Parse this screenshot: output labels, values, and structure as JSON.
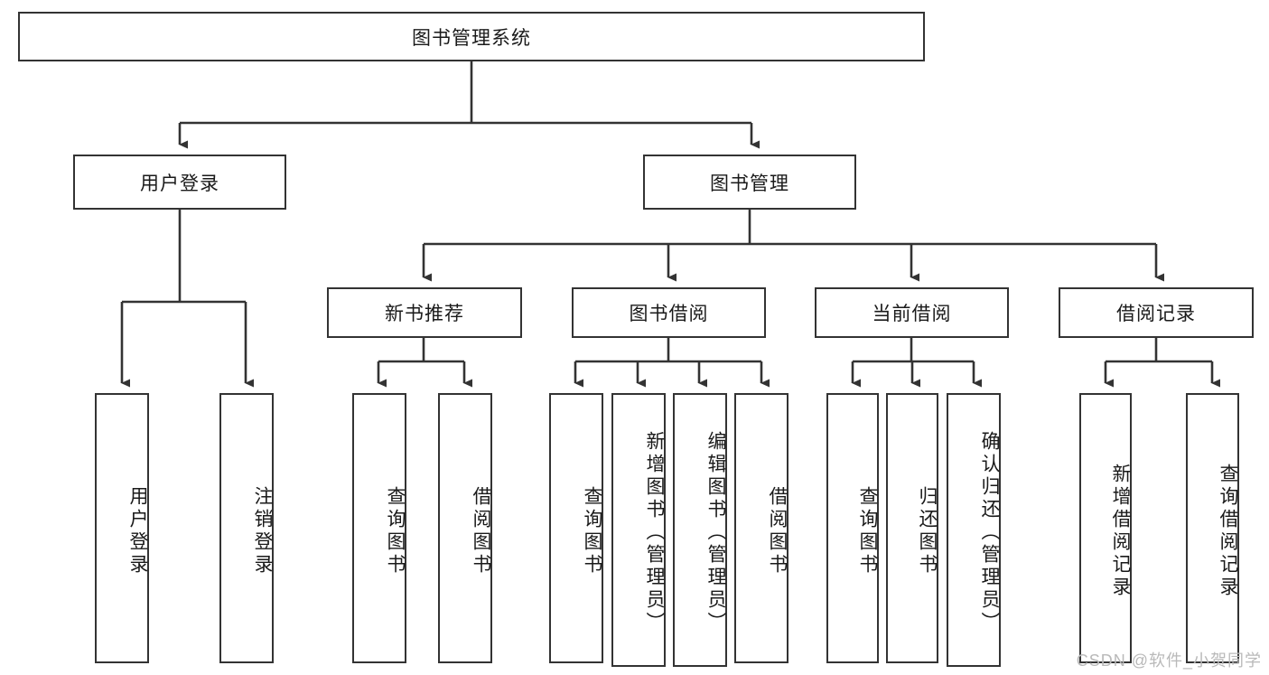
{
  "diagram": {
    "title": "图书管理系统",
    "type": "tree-hierarchy",
    "orientation": "top-down",
    "colors": {
      "node_border": "#333333",
      "node_fill": "#ffffff",
      "edge": "#333333",
      "background": "#ffffff",
      "watermark": "#b9b9b9"
    },
    "nodes": {
      "root": {
        "label": "图书管理系统",
        "level": 1,
        "text_direction": "horizontal"
      },
      "n_user_login": {
        "label": "用户登录",
        "level": 2,
        "text_direction": "horizontal"
      },
      "n_book_mgmt": {
        "label": "图书管理",
        "level": 2,
        "text_direction": "horizontal"
      },
      "n_new_book_rec": {
        "label": "新书推荐",
        "level": 3,
        "text_direction": "horizontal"
      },
      "n_book_borrow": {
        "label": "图书借阅",
        "level": 3,
        "text_direction": "horizontal"
      },
      "n_current_borrow": {
        "label": "当前借阅",
        "level": 3,
        "text_direction": "horizontal"
      },
      "n_borrow_record": {
        "label": "借阅记录",
        "level": 3,
        "text_direction": "horizontal"
      },
      "l_user_login": {
        "label": "用户登录",
        "level": 3,
        "text_direction": "vertical"
      },
      "l_logout": {
        "label": "注销登录",
        "level": 3,
        "text_direction": "vertical"
      },
      "l_query_book_1": {
        "label": "查询图书",
        "level": 4,
        "text_direction": "vertical"
      },
      "l_borrow_book_1": {
        "label": "借阅图书",
        "level": 4,
        "text_direction": "vertical"
      },
      "l_query_book_2": {
        "label": "查询图书",
        "level": 4,
        "text_direction": "vertical"
      },
      "l_add_book": {
        "label": "新增图书（管理员）",
        "level": 4,
        "text_direction": "vertical"
      },
      "l_edit_book": {
        "label": "编辑图书（管理员）",
        "level": 4,
        "text_direction": "vertical"
      },
      "l_borrow_book_2": {
        "label": "借阅图书",
        "level": 4,
        "text_direction": "vertical"
      },
      "l_query_book_3": {
        "label": "查询图书",
        "level": 4,
        "text_direction": "vertical"
      },
      "l_return_book": {
        "label": "归还图书",
        "level": 4,
        "text_direction": "vertical"
      },
      "l_confirm_return": {
        "label": "确认归还（管理员）",
        "level": 4,
        "text_direction": "vertical"
      },
      "l_add_record": {
        "label": "新增借阅记录",
        "level": 4,
        "text_direction": "vertical"
      },
      "l_query_record": {
        "label": "查询借阅记录",
        "level": 4,
        "text_direction": "vertical"
      }
    },
    "edges": [
      {
        "from": "root",
        "to": "n_user_login"
      },
      {
        "from": "root",
        "to": "n_book_mgmt"
      },
      {
        "from": "n_user_login",
        "to": "l_user_login"
      },
      {
        "from": "n_user_login",
        "to": "l_logout"
      },
      {
        "from": "n_book_mgmt",
        "to": "n_new_book_rec"
      },
      {
        "from": "n_book_mgmt",
        "to": "n_book_borrow"
      },
      {
        "from": "n_book_mgmt",
        "to": "n_current_borrow"
      },
      {
        "from": "n_book_mgmt",
        "to": "n_borrow_record"
      },
      {
        "from": "n_new_book_rec",
        "to": "l_query_book_1"
      },
      {
        "from": "n_new_book_rec",
        "to": "l_borrow_book_1"
      },
      {
        "from": "n_book_borrow",
        "to": "l_query_book_2"
      },
      {
        "from": "n_book_borrow",
        "to": "l_add_book"
      },
      {
        "from": "n_book_borrow",
        "to": "l_edit_book"
      },
      {
        "from": "n_book_borrow",
        "to": "l_borrow_book_2"
      },
      {
        "from": "n_current_borrow",
        "to": "l_query_book_3"
      },
      {
        "from": "n_current_borrow",
        "to": "l_return_book"
      },
      {
        "from": "n_current_borrow",
        "to": "l_confirm_return"
      },
      {
        "from": "n_borrow_record",
        "to": "l_add_record"
      },
      {
        "from": "n_borrow_record",
        "to": "l_query_record"
      }
    ]
  },
  "watermark": {
    "text": "CSDN @软件_小贺同学"
  }
}
